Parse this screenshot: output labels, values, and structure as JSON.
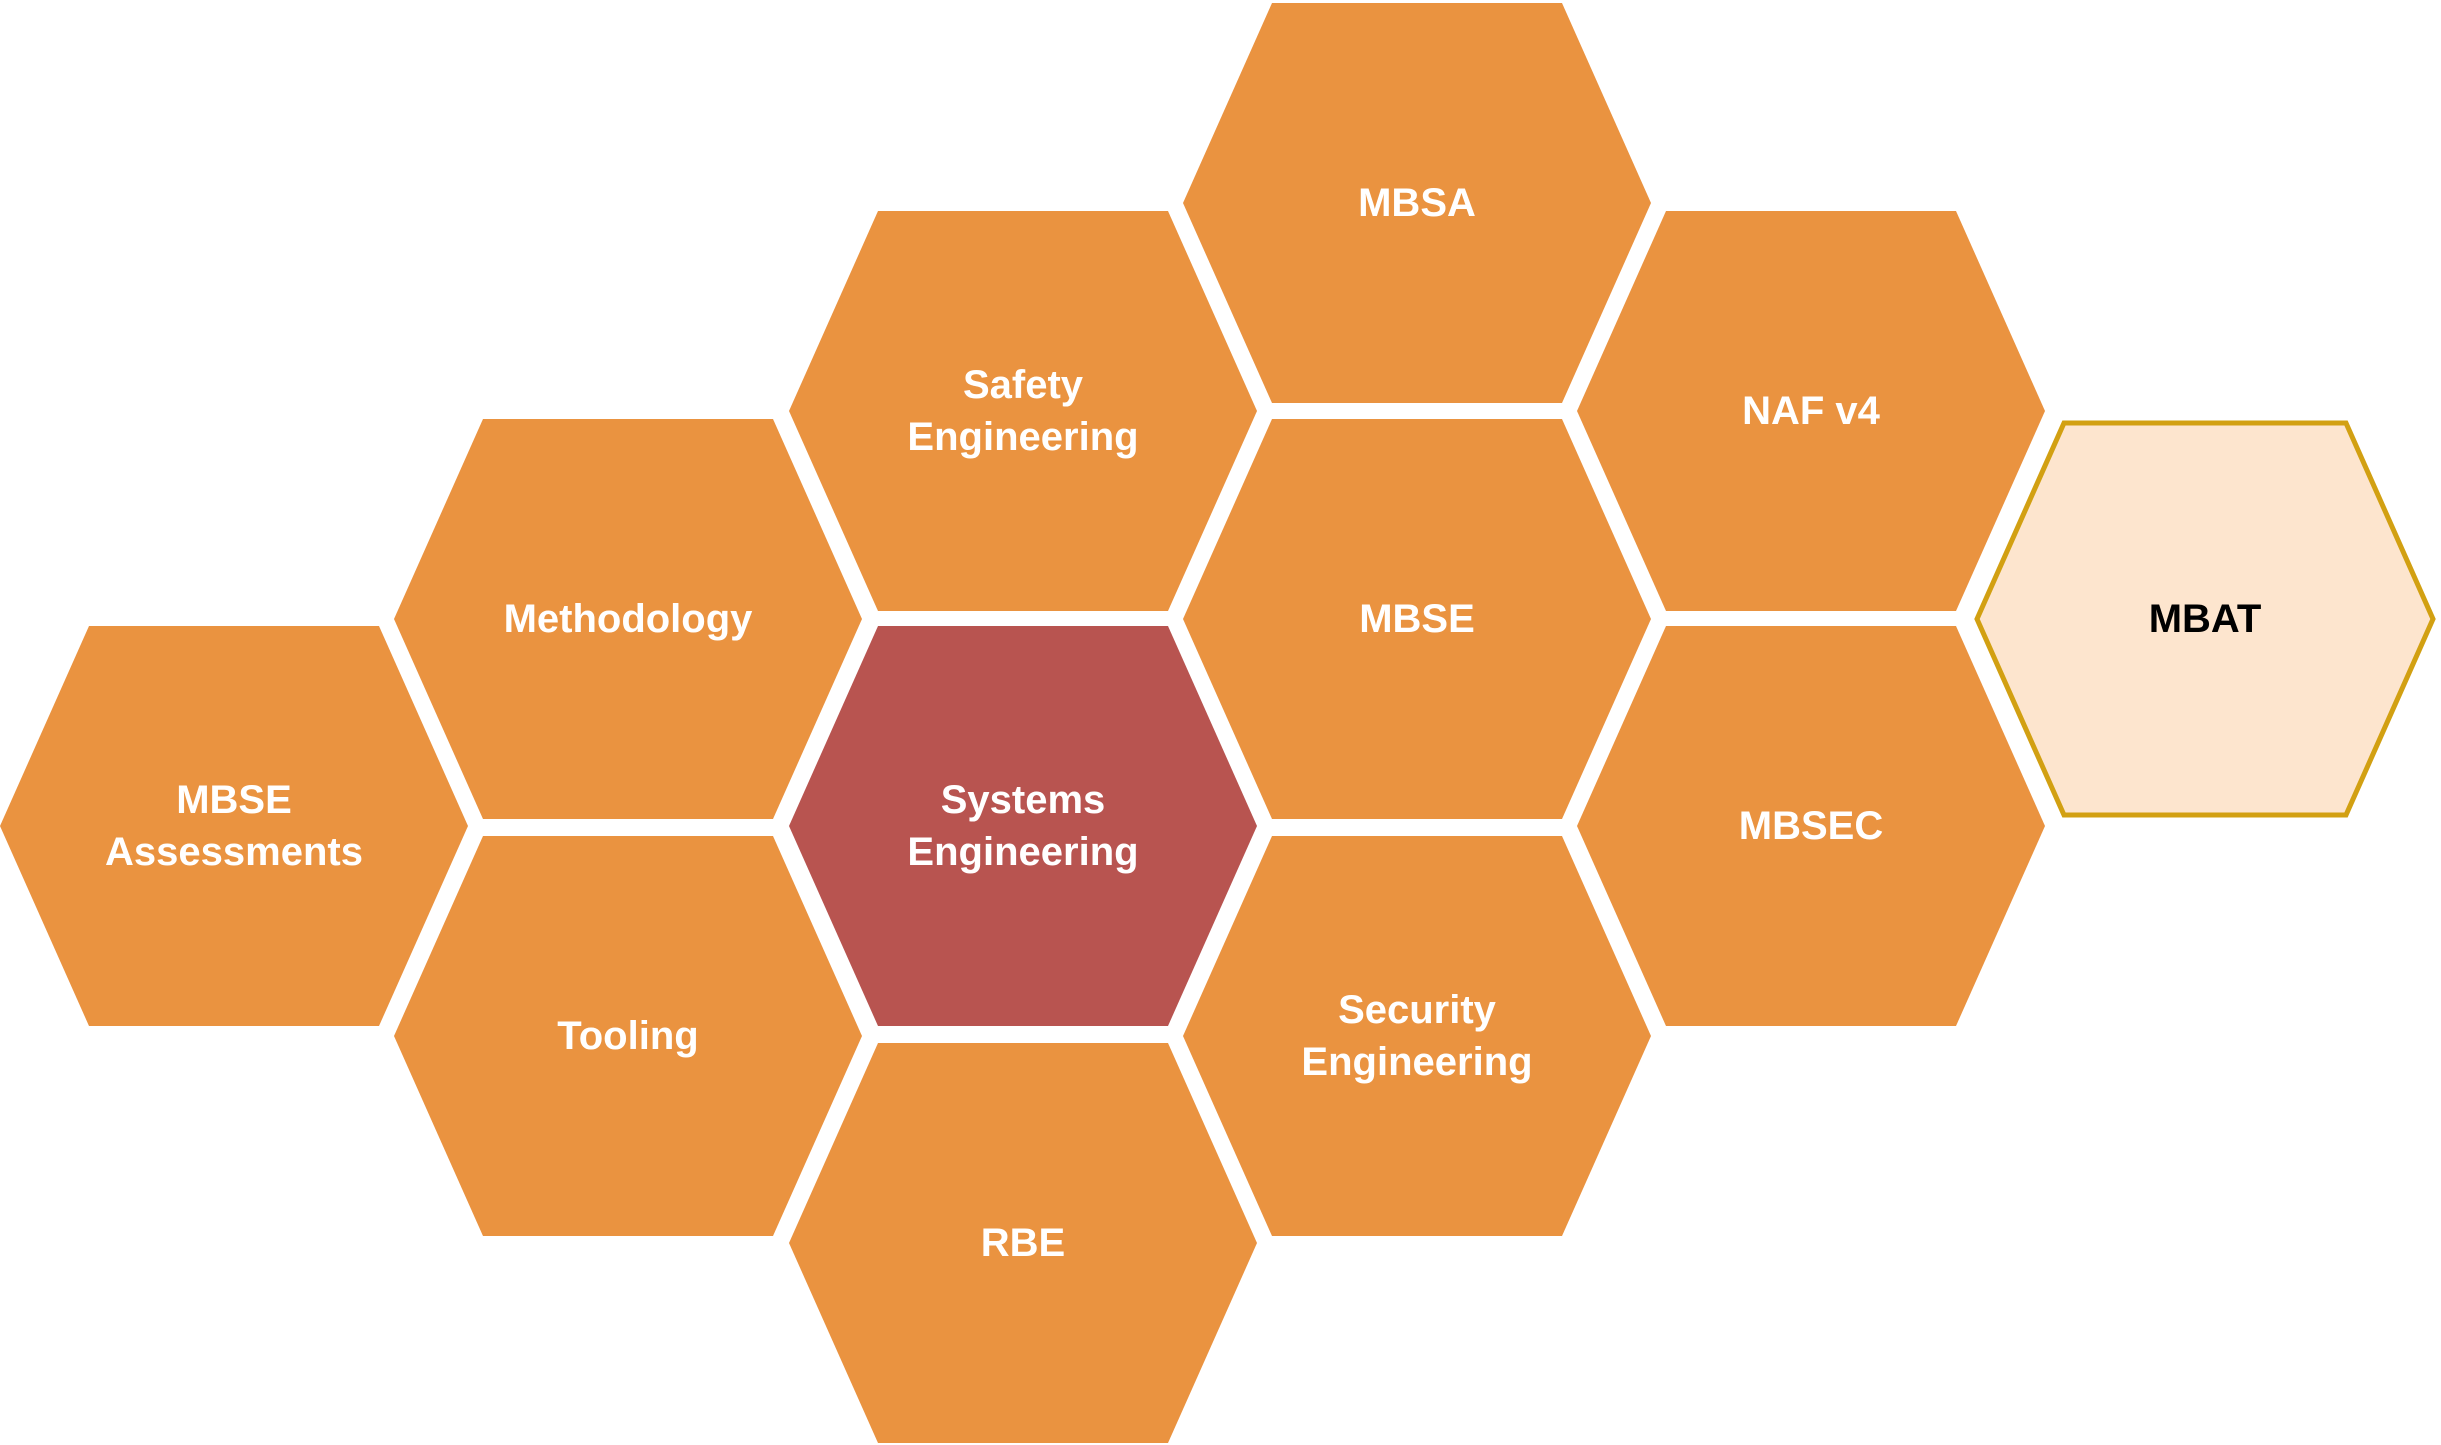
{
  "colors": {
    "default_fill": "#EA9340",
    "default_text": "#FFFFFF",
    "center_fill": "#B85450",
    "highlight_fill": "#FDE5CE",
    "highlight_stroke": "#D2A012",
    "highlight_text": "#000000"
  },
  "hexagons": [
    {
      "id": "mbse-assessments",
      "lines": [
        "MBSE",
        "Assessments"
      ],
      "style": "default"
    },
    {
      "id": "methodology",
      "lines": [
        "Methodology"
      ],
      "style": "default"
    },
    {
      "id": "tooling",
      "lines": [
        "Tooling"
      ],
      "style": "default"
    },
    {
      "id": "safety-engineering",
      "lines": [
        "Safety",
        "Engineering"
      ],
      "style": "default"
    },
    {
      "id": "systems-engineering",
      "lines": [
        "Systems",
        "Engineering"
      ],
      "style": "center"
    },
    {
      "id": "rbe",
      "lines": [
        "RBE"
      ],
      "style": "default"
    },
    {
      "id": "mbsa",
      "lines": [
        "MBSA"
      ],
      "style": "default"
    },
    {
      "id": "mbse",
      "lines": [
        "MBSE"
      ],
      "style": "default"
    },
    {
      "id": "security-engineering",
      "lines": [
        "Security",
        "Engineering"
      ],
      "style": "default"
    },
    {
      "id": "naf-v4",
      "lines": [
        "NAF v4"
      ],
      "style": "default"
    },
    {
      "id": "mbsec",
      "lines": [
        "MBSEC"
      ],
      "style": "default"
    },
    {
      "id": "mbat",
      "lines": [
        "MBAT"
      ],
      "style": "highlight"
    }
  ]
}
